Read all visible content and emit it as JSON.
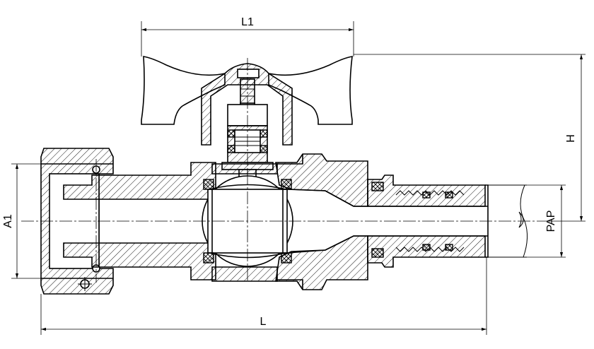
{
  "dimensions": {
    "L1": "L1",
    "L": "L",
    "H": "H",
    "A1": "A1",
    "PAP": "PAP"
  }
}
